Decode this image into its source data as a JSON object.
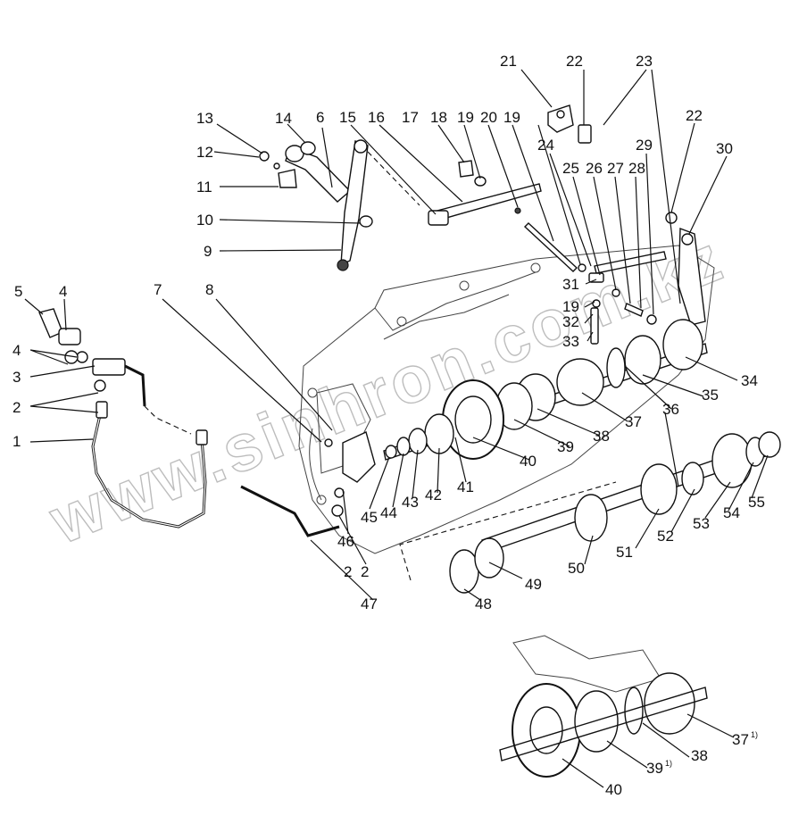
{
  "diagram": {
    "watermark_text": "www.sinhron.com.kz",
    "callouts": [
      {
        "id": "c1",
        "text": "1"
      },
      {
        "id": "c2a",
        "text": "2"
      },
      {
        "id": "c2b",
        "text": "2"
      },
      {
        "id": "c3",
        "text": "3"
      },
      {
        "id": "c4a",
        "text": "4"
      },
      {
        "id": "c4b",
        "text": "4"
      },
      {
        "id": "c5",
        "text": "5"
      },
      {
        "id": "c6",
        "text": "6"
      },
      {
        "id": "c7",
        "text": "7"
      },
      {
        "id": "c8",
        "text": "8"
      },
      {
        "id": "c9",
        "text": "9"
      },
      {
        "id": "c10",
        "text": "10"
      },
      {
        "id": "c11",
        "text": "11"
      },
      {
        "id": "c12",
        "text": "12"
      },
      {
        "id": "c13",
        "text": "13"
      },
      {
        "id": "c14",
        "text": "14"
      },
      {
        "id": "c15",
        "text": "15"
      },
      {
        "id": "c16",
        "text": "16"
      },
      {
        "id": "c17",
        "text": "17"
      },
      {
        "id": "c18",
        "text": "18"
      },
      {
        "id": "c19a",
        "text": "19"
      },
      {
        "id": "c20",
        "text": "20"
      },
      {
        "id": "c19b",
        "text": "19"
      },
      {
        "id": "c21",
        "text": "21"
      },
      {
        "id": "c22a",
        "text": "22"
      },
      {
        "id": "c23",
        "text": "23"
      },
      {
        "id": "c22b",
        "text": "22"
      },
      {
        "id": "c24",
        "text": "24"
      },
      {
        "id": "c25",
        "text": "25"
      },
      {
        "id": "c26",
        "text": "26"
      },
      {
        "id": "c27",
        "text": "27"
      },
      {
        "id": "c28",
        "text": "28"
      },
      {
        "id": "c29",
        "text": "29"
      },
      {
        "id": "c30",
        "text": "30"
      },
      {
        "id": "c31",
        "text": "31"
      },
      {
        "id": "c19c",
        "text": "19"
      },
      {
        "id": "c32",
        "text": "32"
      },
      {
        "id": "c33",
        "text": "33"
      },
      {
        "id": "c34",
        "text": "34"
      },
      {
        "id": "c35",
        "text": "35"
      },
      {
        "id": "c36",
        "text": "36"
      },
      {
        "id": "c37",
        "text": "37"
      },
      {
        "id": "c38",
        "text": "38"
      },
      {
        "id": "c39",
        "text": "39"
      },
      {
        "id": "c40",
        "text": "40"
      },
      {
        "id": "c41",
        "text": "41"
      },
      {
        "id": "c42",
        "text": "42"
      },
      {
        "id": "c43",
        "text": "43"
      },
      {
        "id": "c44",
        "text": "44"
      },
      {
        "id": "c45",
        "text": "45"
      },
      {
        "id": "c46",
        "text": "46"
      },
      {
        "id": "c2c",
        "text": "2"
      },
      {
        "id": "c47",
        "text": "47"
      },
      {
        "id": "c48",
        "text": "48"
      },
      {
        "id": "c49",
        "text": "49"
      },
      {
        "id": "c50",
        "text": "50"
      },
      {
        "id": "c51",
        "text": "51"
      },
      {
        "id": "c52",
        "text": "52"
      },
      {
        "id": "c53",
        "text": "53"
      },
      {
        "id": "c54",
        "text": "54"
      },
      {
        "id": "c55",
        "text": "55"
      }
    ],
    "inset_callouts": [
      {
        "id": "i37",
        "text": "37",
        "sup": "1)"
      },
      {
        "id": "i38",
        "text": "38",
        "sup": ""
      },
      {
        "id": "i39",
        "text": "39",
        "sup": "1)"
      },
      {
        "id": "i40",
        "text": "40",
        "sup": ""
      }
    ]
  }
}
